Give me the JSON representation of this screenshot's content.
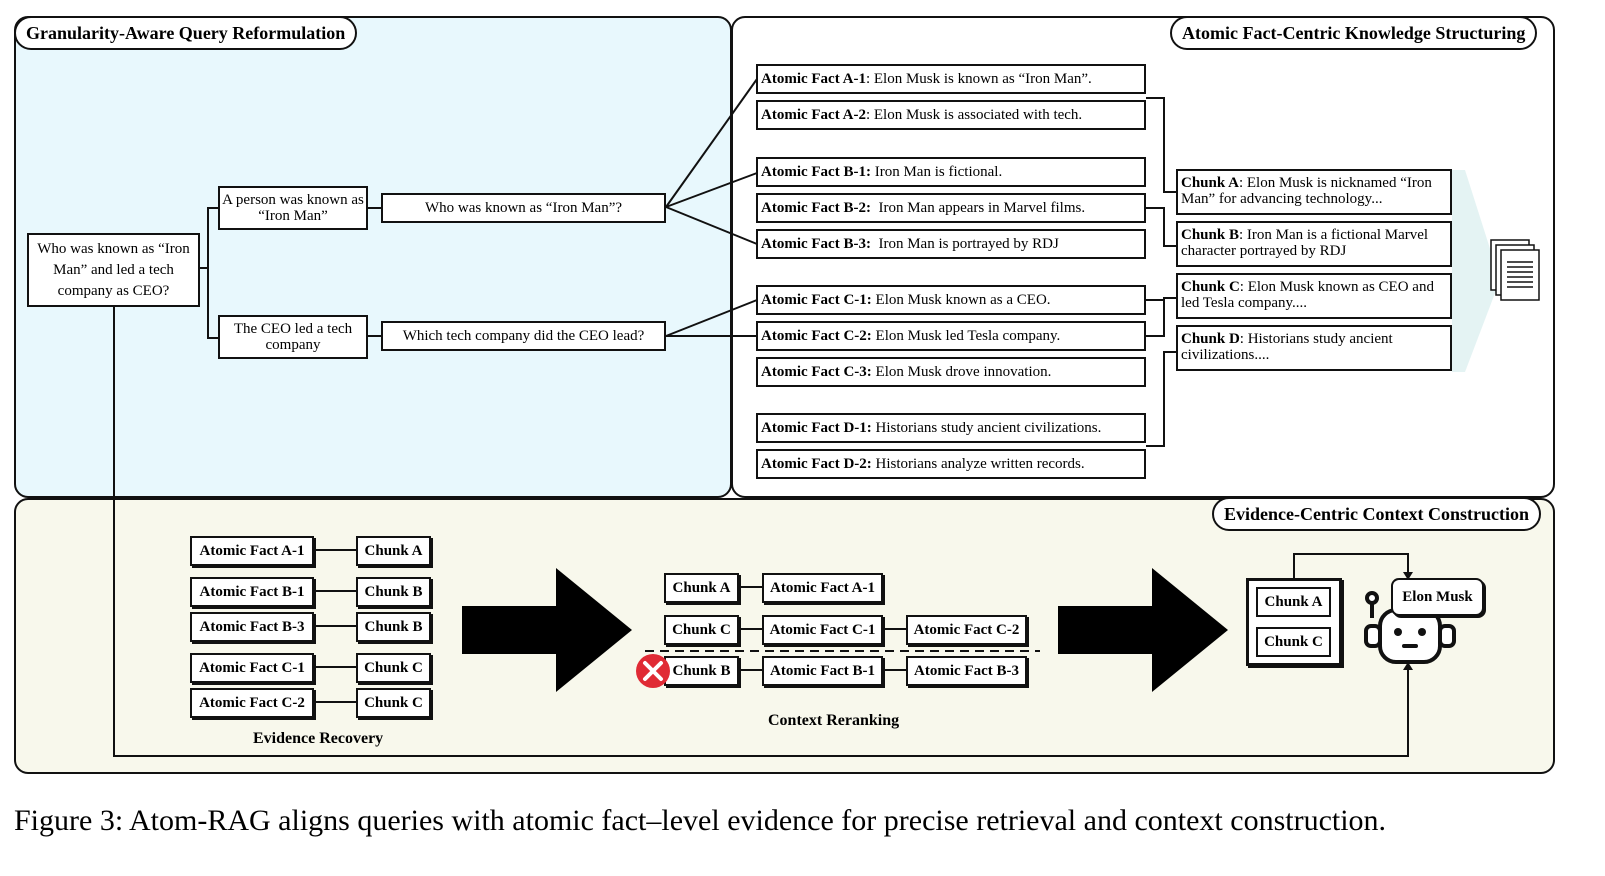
{
  "panels": {
    "query_reformulation": "Granularity-Aware Query Reformulation",
    "knowledge_structuring": "Atomic Fact-Centric Knowledge Structuring",
    "context_construction": "Evidence-Centric Context Construction"
  },
  "query": {
    "original": "Who was known as “Iron Man” and led a tech company as CEO?",
    "sub1": "A person was known as “Iron Man”",
    "sub2": "The CEO led a tech company",
    "q1": "Who was known as “Iron Man”?",
    "q2": "Which tech company did the CEO lead?"
  },
  "atomic_facts": [
    {
      "id": "Atomic Fact A-1",
      "text": ": Elon Musk is known as “Iron Man”."
    },
    {
      "id": "Atomic Fact A-2",
      "text": ": Elon Musk is associated with tech."
    },
    {
      "id": "Atomic Fact B-1:",
      "text": " Iron Man is fictional."
    },
    {
      "id": "Atomic Fact B-2:",
      "text": "  Iron Man appears in Marvel films."
    },
    {
      "id": "Atomic Fact B-3:",
      "text": "  Iron Man is portrayed by RDJ"
    },
    {
      "id": "Atomic Fact C-1:",
      "text": " Elon Musk known as a CEO."
    },
    {
      "id": "Atomic Fact C-2:",
      "text": " Elon Musk led Tesla company."
    },
    {
      "id": "Atomic Fact C-3:",
      "text": " Elon Musk drove innovation."
    },
    {
      "id": "Atomic Fact D-1:",
      "text": " Historians study ancient civilizations."
    },
    {
      "id": "Atomic Fact D-2:",
      "text": " Historians analyze written records."
    }
  ],
  "chunks": [
    {
      "id": "Chunk A",
      "text": ": Elon Musk is nicknamed “Iron Man” for advancing technology..."
    },
    {
      "id": "Chunk B",
      "text": ": Iron Man is a fictional Marvel character portrayed by RDJ"
    },
    {
      "id": "Chunk C",
      "text": ": Elon Musk known as CEO and led Tesla company...."
    },
    {
      "id": "Chunk D",
      "text": ": Historians study ancient civilizations...."
    }
  ],
  "evidence_recovery": {
    "label": "Evidence Recovery",
    "pairs": [
      {
        "fact": "Atomic Fact A-1",
        "chunk": "Chunk A"
      },
      {
        "fact": "Atomic Fact B-1",
        "chunk": "Chunk B"
      },
      {
        "fact": "Atomic Fact B-3",
        "chunk": "Chunk B"
      },
      {
        "fact": "Atomic Fact C-1",
        "chunk": "Chunk C"
      },
      {
        "fact": "Atomic Fact C-2",
        "chunk": "Chunk C"
      }
    ]
  },
  "context_reranking": {
    "label": "Context Reranking",
    "rows": [
      {
        "chunk": "Chunk A",
        "facts": [
          "Atomic Fact A-1"
        ]
      },
      {
        "chunk": "Chunk C",
        "facts": [
          "Atomic Fact C-1",
          "Atomic Fact C-2"
        ]
      },
      {
        "chunk": "Chunk B",
        "facts": [
          "Atomic Fact B-1",
          "Atomic Fact B-3"
        ],
        "rejected": true
      }
    ]
  },
  "final_context": [
    "Chunk A",
    "Chunk C"
  ],
  "answer": "Elon Musk",
  "caption": "Figure 3: Atom-RAG aligns queries with atomic fact–level evidence for precise retrieval and context construction.",
  "colors": {
    "query_panel_bg": "#e8f8fd",
    "knowledge_panel_bg": "#ffffff",
    "context_panel_bg": "#f8f8ec",
    "reject_icon": "#e02b35",
    "doc_fill": "#e6f2f2"
  },
  "icons": [
    "document-stack-icon",
    "reject-x-icon",
    "robot-icon",
    "big-right-arrow-icon"
  ]
}
